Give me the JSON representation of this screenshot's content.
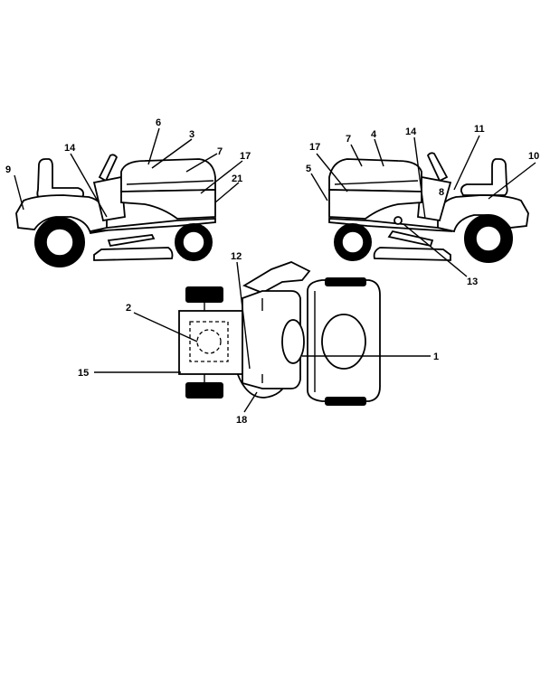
{
  "views": {
    "left_side": {
      "callouts": [
        "9",
        "14",
        "6",
        "3",
        "7",
        "17",
        "21"
      ]
    },
    "right_side": {
      "callouts": [
        "17",
        "7",
        "4",
        "14",
        "11",
        "10",
        "5",
        "8",
        "13"
      ]
    },
    "top": {
      "callouts": [
        "12",
        "2",
        "1",
        "15",
        "18"
      ]
    }
  }
}
